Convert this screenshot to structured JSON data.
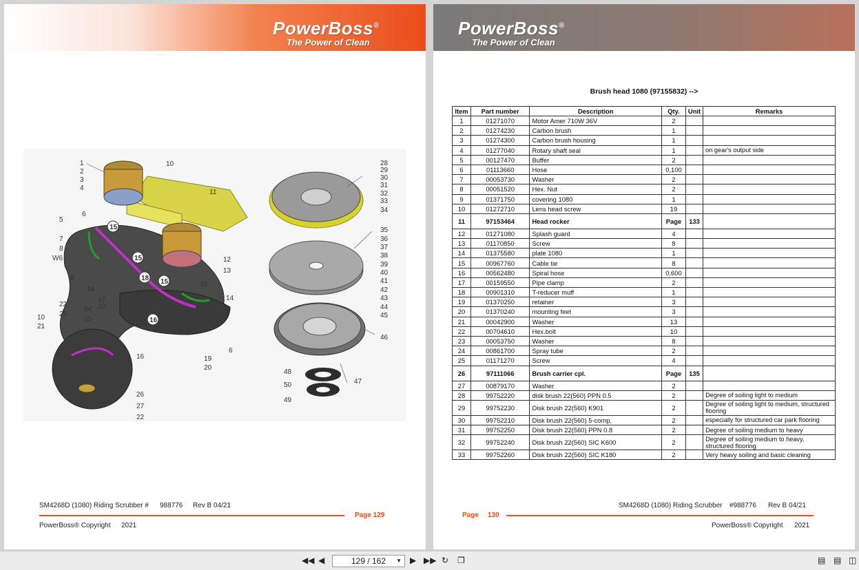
{
  "brand": {
    "name": "PowerBoss",
    "reg": "®",
    "tagline": "The Power of Clean"
  },
  "left_page": {
    "callouts": [
      "1",
      "2",
      "3",
      "4",
      "10",
      "11",
      "5",
      "6",
      "15",
      "7",
      "8",
      "W6",
      "15",
      "12",
      "13",
      "9",
      "18",
      "15",
      "15",
      "16",
      "14",
      "17",
      "10",
      "22",
      "23",
      "24",
      "10",
      "25",
      "10",
      "21",
      "16",
      "6",
      "16",
      "19",
      "20",
      "26",
      "27",
      "22",
      "28",
      "29",
      "30",
      "31",
      "32",
      "33",
      "34",
      "35",
      "36",
      "37",
      "38",
      "39",
      "40",
      "41",
      "42",
      "43",
      "44",
      "45",
      "46",
      "48",
      "50",
      "49",
      "47"
    ],
    "footer": {
      "doc": "SM4268D (1080) Riding Scrubber #",
      "number": "988776",
      "rev": "Rev  B 04/21",
      "page": "Page  129",
      "copyright": "PowerBoss® Copyright",
      "year": "2021"
    }
  },
  "right_page": {
    "title": "Brush head 1080 (97155832)  -->",
    "columns": [
      "Item",
      "Part number",
      "Description",
      "Qty.",
      "Unit",
      "Remarks"
    ],
    "rows": [
      {
        "item": "1",
        "part": "01271070",
        "desc": "Motor Amer 710W 36V",
        "qty": "2",
        "unit": "",
        "remarks": ""
      },
      {
        "item": "2",
        "part": "01274230",
        "desc": "Carbon brush",
        "qty": "1",
        "unit": "",
        "remarks": ""
      },
      {
        "item": "3",
        "part": "01274300",
        "desc": "Carbon brush housing",
        "qty": "1",
        "unit": "",
        "remarks": ""
      },
      {
        "item": "4",
        "part": "01277040",
        "desc": "Rotary shaft seal",
        "qty": "1",
        "unit": "",
        "remarks": "on gear's output side"
      },
      {
        "item": "5",
        "part": "00127470",
        "desc": "Buffer",
        "qty": "2",
        "unit": "",
        "remarks": ""
      },
      {
        "item": "6",
        "part": "01113660",
        "desc": "Hose",
        "qty": "0,100",
        "unit": "",
        "remarks": ""
      },
      {
        "item": "7",
        "part": "00053730",
        "desc": "Washer",
        "qty": "2",
        "unit": "",
        "remarks": ""
      },
      {
        "item": "8",
        "part": "00051520",
        "desc": "Hex. Nut",
        "qty": "2",
        "unit": "",
        "remarks": ""
      },
      {
        "item": "9",
        "part": "01371750",
        "desc": "covering 1080",
        "qty": "1",
        "unit": "",
        "remarks": ""
      },
      {
        "item": "10",
        "part": "01272710",
        "desc": "Lens head screw",
        "qty": "19",
        "unit": "",
        "remarks": ""
      },
      {
        "item": "11",
        "part": "97153464",
        "desc": "Head rocker",
        "qty": "Page",
        "unit": "133",
        "remarks": "",
        "bold": true
      },
      {
        "item": "12",
        "part": "01271080",
        "desc": "Splash guard",
        "qty": "4",
        "unit": "",
        "remarks": ""
      },
      {
        "item": "13",
        "part": "01170850",
        "desc": "Screw",
        "qty": "8",
        "unit": "",
        "remarks": ""
      },
      {
        "item": "14",
        "part": "01375580",
        "desc": "plate 1080",
        "qty": "1",
        "unit": "",
        "remarks": ""
      },
      {
        "item": "15",
        "part": "00967760",
        "desc": "Cable tie",
        "qty": "8",
        "unit": "",
        "remarks": ""
      },
      {
        "item": "16",
        "part": "00562480",
        "desc": "Spiral hose",
        "qty": "0,600",
        "unit": "",
        "remarks": ""
      },
      {
        "item": "17",
        "part": "00159550",
        "desc": "Pipe clamp",
        "qty": "2",
        "unit": "",
        "remarks": ""
      },
      {
        "item": "18",
        "part": "00901310",
        "desc": "T-reducer muff",
        "qty": "1",
        "unit": "",
        "remarks": ""
      },
      {
        "item": "19",
        "part": "01370250",
        "desc": "retainer",
        "qty": "3",
        "unit": "",
        "remarks": ""
      },
      {
        "item": "20",
        "part": "01370240",
        "desc": "mounting feet",
        "qty": "3",
        "unit": "",
        "remarks": ""
      },
      {
        "item": "21",
        "part": "00042900",
        "desc": "Washer",
        "qty": "13",
        "unit": "",
        "remarks": ""
      },
      {
        "item": "22",
        "part": "00704610",
        "desc": "Hex.bolt",
        "qty": "10",
        "unit": "",
        "remarks": ""
      },
      {
        "item": "23",
        "part": "00053750",
        "desc": "Washer",
        "qty": "8",
        "unit": "",
        "remarks": ""
      },
      {
        "item": "24",
        "part": "00861700",
        "desc": "Spray tube",
        "qty": "2",
        "unit": "",
        "remarks": ""
      },
      {
        "item": "25",
        "part": "01171270",
        "desc": "Screw",
        "qty": "4",
        "unit": "",
        "remarks": ""
      },
      {
        "item": "26",
        "part": "97111066",
        "desc": "Brush carrier cpl.",
        "qty": "Page",
        "unit": "135",
        "remarks": "",
        "bold": true
      },
      {
        "item": "27",
        "part": "00879170",
        "desc": "Washer",
        "qty": "2",
        "unit": "",
        "remarks": ""
      },
      {
        "item": "28",
        "part": "99752220",
        "desc": "disk brush 22(560) PPN 0.5",
        "qty": "2",
        "unit": "",
        "remarks": "Degree of soiling light to medium"
      },
      {
        "item": "29",
        "part": "99752230",
        "desc": "Disk brush 22(560) K901",
        "qty": "2",
        "unit": "",
        "remarks": "Degree of soiling light to medium, structured flooring",
        "tall": true
      },
      {
        "item": "30",
        "part": "99752210",
        "desc": "Disk brush 22(560) 5-comp.",
        "qty": "2",
        "unit": "",
        "remarks": "especially for structured car park flooring"
      },
      {
        "item": "31",
        "part": "99752250",
        "desc": "Disk brush 22(560) PPN 0.8",
        "qty": "2",
        "unit": "",
        "remarks": "Degree of soiling medium to heavy"
      },
      {
        "item": "32",
        "part": "99752240",
        "desc": "Disk brush 22(560) SIC K600",
        "qty": "2",
        "unit": "",
        "remarks": "Degree of soiling medium to heavy, structured flooring",
        "tall": true
      },
      {
        "item": "33",
        "part": "99752260",
        "desc": "Disk brush 22(560) SIC K180",
        "qty": "2",
        "unit": "",
        "remarks": "Very heavy soiling and basic cleaning"
      }
    ],
    "footer": {
      "doc": "SM4268D (1080) Riding Scrubber",
      "number": "#988776",
      "rev": "Rev  B 04/21",
      "page_label": "Page",
      "page_num": "130",
      "copyright": "PowerBoss® Copyright",
      "year": "2021"
    }
  },
  "toolbar": {
    "page_indicator": "129 / 162",
    "icons": [
      "first-page-icon",
      "prev-page-icon",
      "next-page-icon",
      "last-page-icon",
      "rotate-icon",
      "copy-icon",
      "single-page-icon",
      "continuous-page-icon",
      "two-page-icon"
    ]
  },
  "colors": {
    "accent": "#e94e1b",
    "banner_gray": "#7a7a7a"
  }
}
